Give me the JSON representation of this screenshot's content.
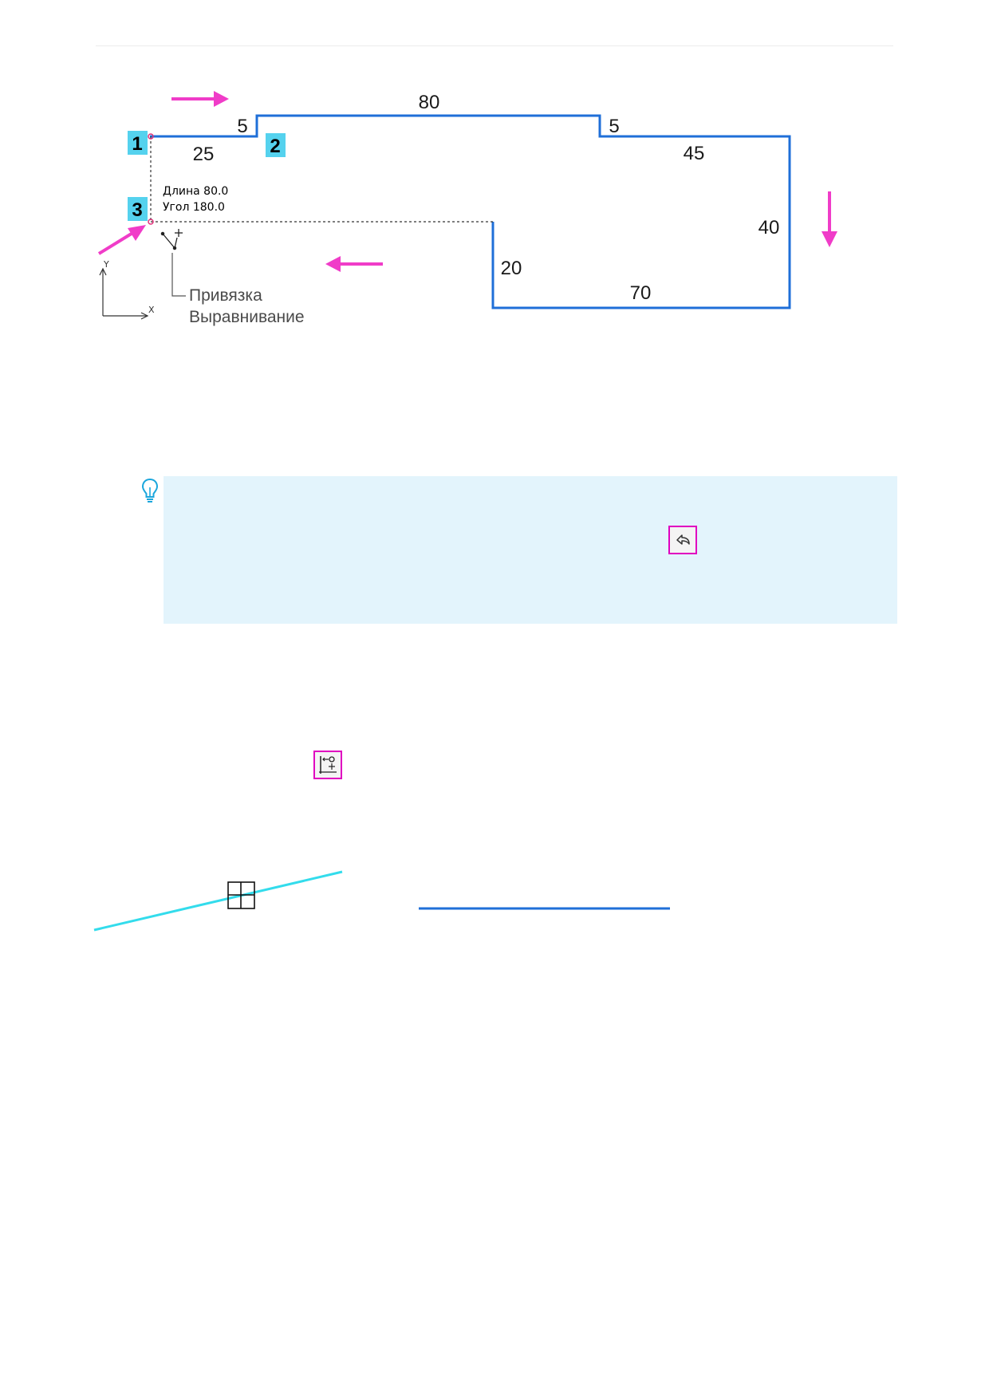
{
  "figure": {
    "dimensions": {
      "top_80": "80",
      "step_left_5": "5",
      "step_right_5": "5",
      "left_25": "25",
      "right_45": "45",
      "side_40": "40",
      "inner_20": "20",
      "bottom_70": "70"
    },
    "badges": {
      "point_1": "1",
      "point_2": "2",
      "point_3": "3"
    },
    "tooltip": {
      "length": "Длина 80.0",
      "angle": "Угол  180.0"
    },
    "snap_labels": {
      "snap": "Привязка",
      "align": "Выравнивание"
    },
    "axes": {
      "x": "X",
      "y": "Y"
    },
    "colors": {
      "contour": "#1f6fd8",
      "arrows": "#f03cc8",
      "badge_fill": "#55d2ee",
      "cyan_line": "#33dcec"
    }
  },
  "note": {
    "icons": [
      "lightbulb-icon",
      "undo-icon"
    ]
  },
  "toolbar": {
    "icon": "parallel-line-icon"
  }
}
